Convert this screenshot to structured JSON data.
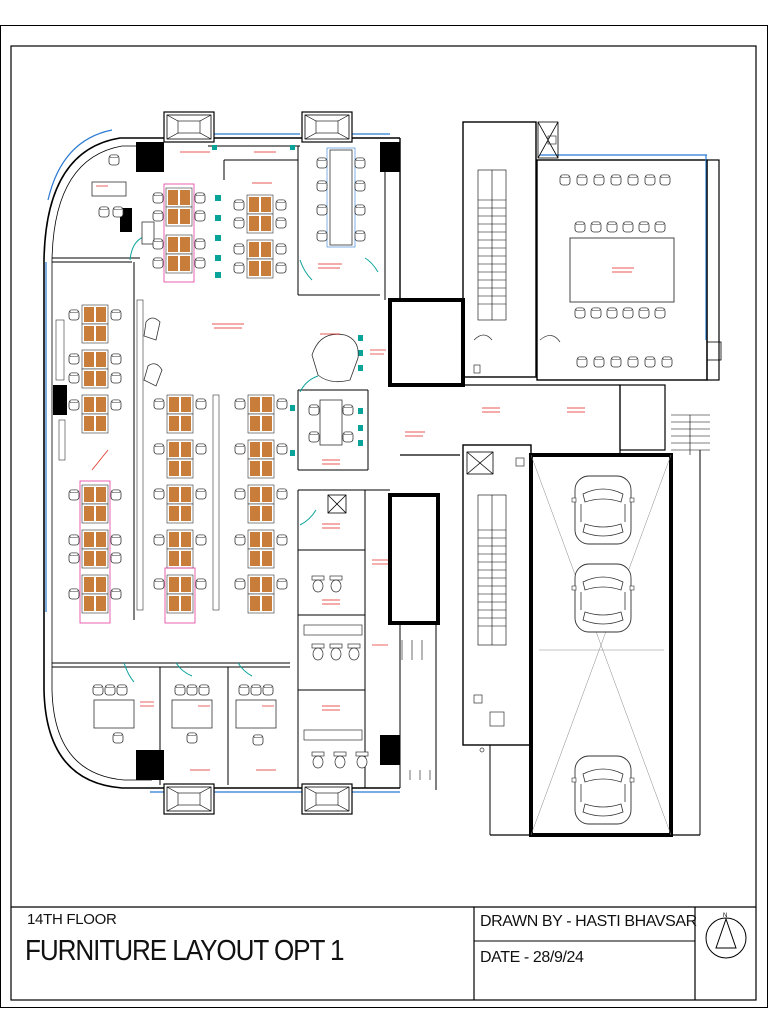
{
  "title_block": {
    "floor": "14TH FLOOR",
    "title": "FURNITURE LAYOUT OPT 1",
    "drawn_by": "DRAWN BY - HASTI BHAVSAR",
    "date": "DATE - 28/9/24",
    "north_mark": "N"
  },
  "colors": {
    "walls": "#000000",
    "furniture": "#333333",
    "workstation_fill": "#c87d3a",
    "workstation_frame": "#e4399a",
    "door_swing": "#0aa39a",
    "glazing": "#2b7bd3",
    "room_labels": "#e0201b"
  }
}
